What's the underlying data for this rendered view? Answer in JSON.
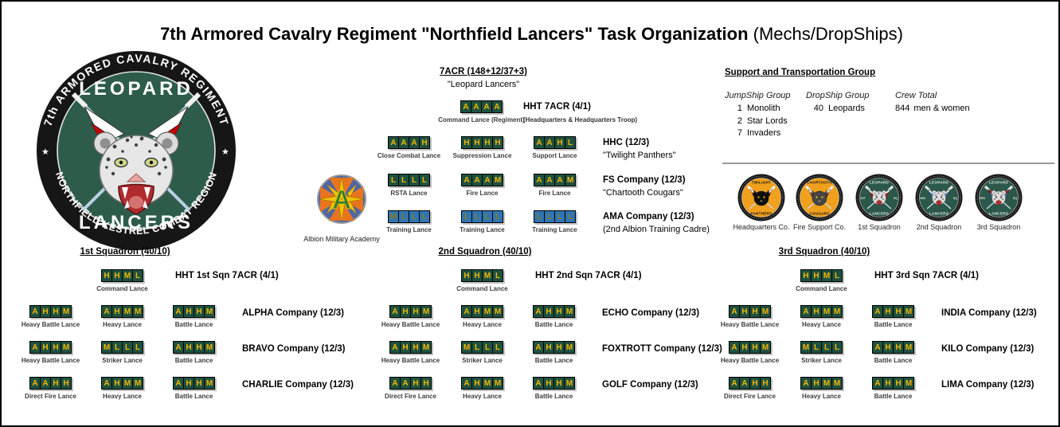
{
  "title": {
    "bold": "7th Armored Cavalry Regiment \"Northfield Lancers\" Task Organization",
    "normal": " (Mechs/DropShips)"
  },
  "main_logo": {
    "ring_top": "7th ARMORED CAVALRY REGIMENT",
    "ring_bottom": "NORTHFIELD KESTREL COMBAT REGION",
    "center_top": "LEOPARD",
    "center_bottom": "LANCERS",
    "star": "★"
  },
  "academy_logo": {
    "label": "Albion Military Academy",
    "monogram": "A"
  },
  "regiment": {
    "header": "7ACR (148+12/37+3)",
    "nickname": "\"Leopard Lancers\"",
    "command_lance": {
      "letters": "AAAA",
      "type": "green",
      "label": "Command Lance (Regiment)"
    },
    "hht": {
      "title": "HHT 7ACR (4/1)",
      "subtitle": "(Headquarters & Headquarters Troop)"
    },
    "rows": [
      {
        "title": "HHC (12/3)",
        "subtitle": "\"Twilight Panthers\"",
        "lances": [
          {
            "letters": "AAAH",
            "type": "green",
            "label": "Close Combat Lance"
          },
          {
            "letters": "HHHH",
            "type": "green",
            "label": "Suppression Lance"
          },
          {
            "letters": "AAHL",
            "type": "green",
            "label": "Support Lance"
          }
        ]
      },
      {
        "title": "FS Company (12/3)",
        "subtitle": "\"Chartooth Cougars\"",
        "lances": [
          {
            "letters": "LLLL",
            "type": "green",
            "label": "RSTA Lance"
          },
          {
            "letters": "AAAM",
            "type": "green",
            "label": "Fire Lance"
          },
          {
            "letters": "AAAM",
            "type": "green",
            "label": "Fire Lance"
          }
        ]
      },
      {
        "title": "AMA Company (12/3)",
        "subtitle": "(2nd Albion Training Cadre)",
        "lances": [
          {
            "letters": "MLLL",
            "type": "blue",
            "label": "Training Lance"
          },
          {
            "letters": "LLLL",
            "type": "blue",
            "label": "Training Lance"
          },
          {
            "letters": "LLLL",
            "type": "blue",
            "label": "Training Lance"
          }
        ]
      }
    ]
  },
  "support_group": {
    "header": "Support and Transportation Group",
    "columns": [
      {
        "header": "JumpShip Group",
        "items": [
          {
            "qty": "1",
            "name": "Monolith"
          },
          {
            "qty": "2",
            "name": "Star Lords"
          },
          {
            "qty": "7",
            "name": "Invaders"
          }
        ]
      },
      {
        "header": "DropShip Group",
        "items": [
          {
            "qty": "40",
            "name": "Leopards"
          }
        ]
      },
      {
        "header": "Crew Total",
        "items": [
          {
            "qty": "844",
            "name": "men & women"
          }
        ]
      }
    ]
  },
  "badges": [
    {
      "label": "Headquarters Co.",
      "style": "orange",
      "head_color": "#101010",
      "top_text": "TWILIGHT",
      "bottom_text": "PANTHERS",
      "pennant": [
        "#ffffff",
        "#c00000"
      ]
    },
    {
      "label": "Fire Support Co.",
      "style": "orange",
      "head_color": "#474747",
      "top_text": "CHARTOOTH",
      "bottom_text": "COUGARS",
      "pennant": [
        "#ffffff",
        "#c00000"
      ]
    },
    {
      "label": "1st Squadron",
      "style": "green",
      "top_text": "LEOPARD",
      "bottom_text": "LANCERS",
      "left_text": "1ST",
      "right_text": "SQ",
      "pennant": [
        "#ffffff",
        "#c00000"
      ]
    },
    {
      "label": "2nd Squadron",
      "style": "green",
      "top_text": "LEOPARD",
      "bottom_text": "LANCERS",
      "left_text": "2ND",
      "right_text": "SQ",
      "pennant": [
        "#ffffff",
        "#2e75b6"
      ]
    },
    {
      "label": "3rd Squadron",
      "style": "green",
      "top_text": "LEOPARD",
      "bottom_text": "LANCERS",
      "left_text": "3RD",
      "right_text": "SQ",
      "pennant": [
        "#c00000",
        "#2e75b6"
      ]
    }
  ],
  "squadrons": [
    {
      "header": "1st Squadron (40/10)",
      "command_lance": {
        "letters": "HHML",
        "type": "green",
        "label": "Command Lance"
      },
      "hht_title": "HHT 1st Sqn 7ACR (4/1)",
      "companies": [
        {
          "name": "ALPHA Company (12/3)",
          "lances": [
            {
              "letters": "AHHM",
              "label": "Heavy Battle Lance"
            },
            {
              "letters": "AHMM",
              "label": "Heavy Lance"
            },
            {
              "letters": "AHHM",
              "label": "Battle Lance"
            }
          ]
        },
        {
          "name": "BRAVO Company (12/3)",
          "lances": [
            {
              "letters": "AHHM",
              "label": "Heavy Battle Lance"
            },
            {
              "letters": "MLLL",
              "label": "Striker Lance"
            },
            {
              "letters": "AHHM",
              "label": "Battle Lance"
            }
          ]
        },
        {
          "name": "CHARLIE Company (12/3)",
          "lances": [
            {
              "letters": "AAHH",
              "label": "Direct Fire Lance"
            },
            {
              "letters": "AHMM",
              "label": "Heavy Lance"
            },
            {
              "letters": "AHHM",
              "label": "Battle Lance"
            }
          ]
        }
      ]
    },
    {
      "header": "2nd Squadron (40/10)",
      "command_lance": {
        "letters": "HHML",
        "type": "green",
        "label": "Command Lance"
      },
      "hht_title": "HHT 2nd Sqn 7ACR (4/1)",
      "companies": [
        {
          "name": "ECHO Company (12/3)",
          "lances": [
            {
              "letters": "AHHM",
              "label": "Heavy Battle Lance"
            },
            {
              "letters": "AHMM",
              "label": "Heavy Lance"
            },
            {
              "letters": "AHHM",
              "label": "Battle Lance"
            }
          ]
        },
        {
          "name": "FOXTROTT Company (12/3)",
          "lances": [
            {
              "letters": "AHHM",
              "label": "Heavy Battle Lance"
            },
            {
              "letters": "MLLL",
              "label": "Striker Lance"
            },
            {
              "letters": "AHHM",
              "label": "Battle Lance"
            }
          ]
        },
        {
          "name": "GOLF Company (12/3)",
          "lances": [
            {
              "letters": "AAHH",
              "label": "Direct Fire Lance"
            },
            {
              "letters": "AHMM",
              "label": "Heavy Lance"
            },
            {
              "letters": "AHHM",
              "label": "Battle Lance"
            }
          ]
        }
      ]
    },
    {
      "header": "3rd Squadron (40/10)",
      "command_lance": {
        "letters": "HHML",
        "type": "green",
        "label": "Command Lance"
      },
      "hht_title": "HHT 3rd Sqn 7ACR (4/1)",
      "companies": [
        {
          "name": "INDIA Company (12/3)",
          "lances": [
            {
              "letters": "AHHM",
              "label": "Heavy Battle Lance"
            },
            {
              "letters": "AHMM",
              "label": "Heavy Lance"
            },
            {
              "letters": "AHHM",
              "label": "Battle Lance"
            }
          ]
        },
        {
          "name": "KILO Company (12/3)",
          "lances": [
            {
              "letters": "AHHM",
              "label": "Heavy Battle Lance"
            },
            {
              "letters": "MLLL",
              "label": "Striker Lance"
            },
            {
              "letters": "AHHM",
              "label": "Battle Lance"
            }
          ]
        },
        {
          "name": "LIMA Company (12/3)",
          "lances": [
            {
              "letters": "AAHH",
              "label": "Direct Fire Lance"
            },
            {
              "letters": "AHMM",
              "label": "Heavy Lance"
            },
            {
              "letters": "AHHM",
              "label": "Battle Lance"
            }
          ]
        }
      ]
    }
  ],
  "colors": {
    "lance_green": "#1e5140",
    "lance_blue": "#2e75b6",
    "lance_letter_gold": "#f2b705",
    "lance_letter_olive": "#8f7d10",
    "badge_green": "#2b584a",
    "badge_orange": "#f0a01c",
    "pennant_red": "#c00000",
    "pennant_blue": "#2e75b6"
  }
}
